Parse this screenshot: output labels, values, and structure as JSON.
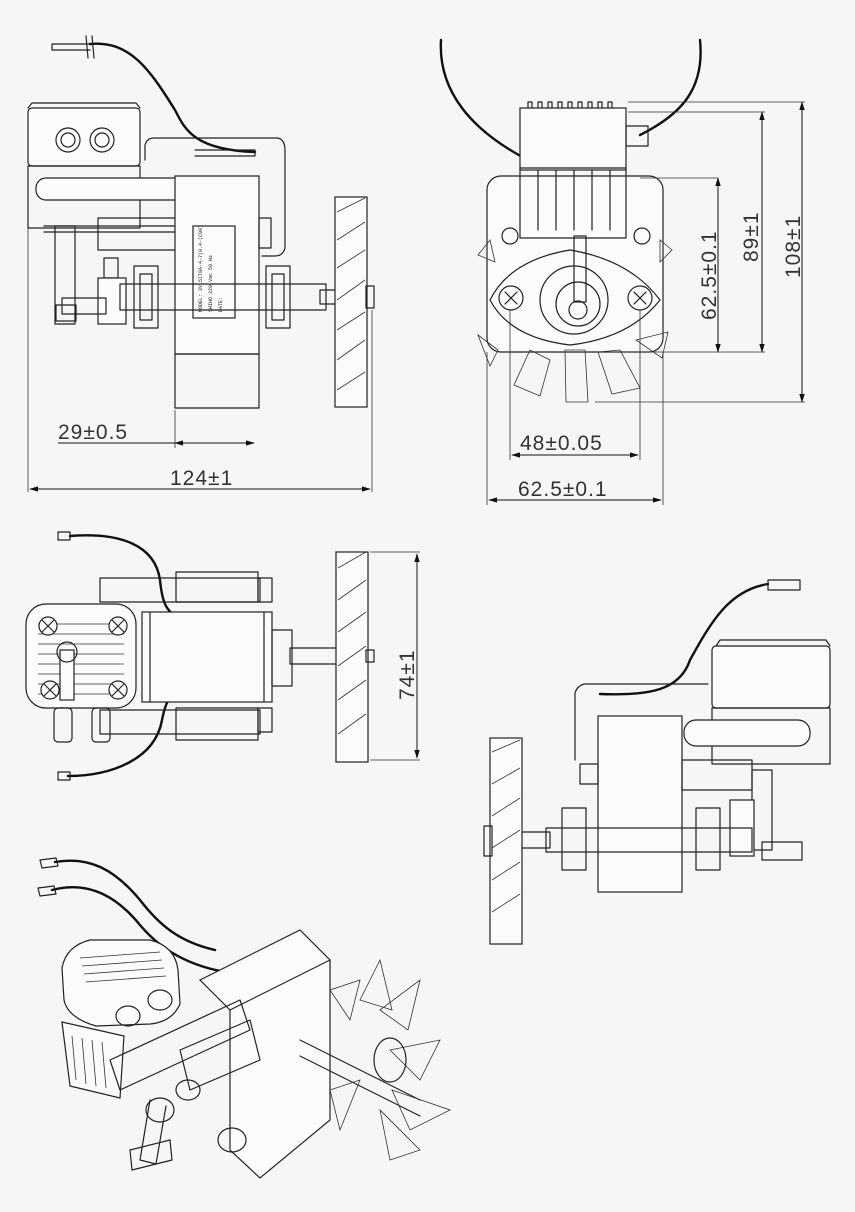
{
  "dimensions": {
    "front_offset": "29±0.5",
    "front_length": "124±1",
    "side_shaft_center_height": "62.5±0.1",
    "side_height_89": "89±1",
    "side_height_108": "108±1",
    "side_screw_spacing": "48±0.05",
    "side_frame_width": "62.5±0.1",
    "top_fan_diameter": "74±1"
  },
  "nameplate": {
    "line1": "MODEL: 3V 51T0A-4-7(0.4-(C00)",
    "line2": "SHIHO 220 Vac 50 Hz",
    "line3": "DATE:"
  }
}
